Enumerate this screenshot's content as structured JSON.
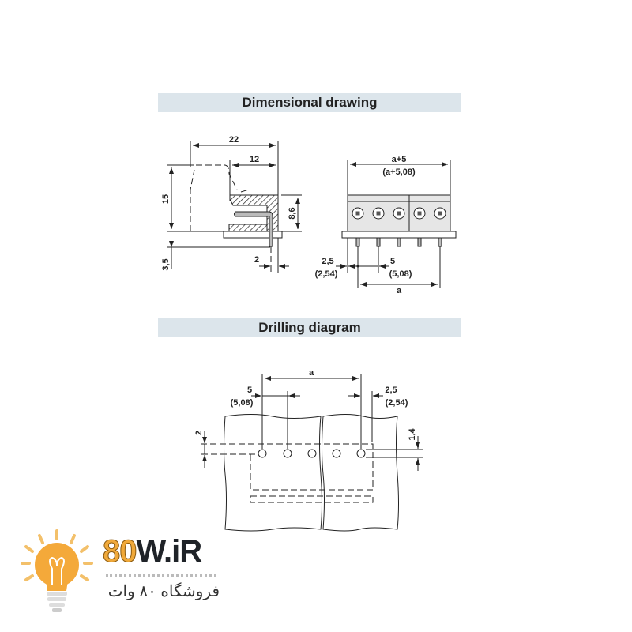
{
  "sections": {
    "dimensional": {
      "title": "Dimensional drawing"
    },
    "drilling": {
      "title": "Drilling diagram"
    }
  },
  "side_view": {
    "d22": "22",
    "d12": "12",
    "d15": "15",
    "d3_5": "3,5",
    "d8_6": "8,6",
    "d2": "2"
  },
  "front_view": {
    "width_label": "a+5",
    "width_alt": "(a+5,08)",
    "offset": "2,5",
    "offset_alt": "(2,54)",
    "pitch": "5",
    "pitch_alt": "(5,08)",
    "span": "a",
    "pin_count": 5
  },
  "drilling_view": {
    "span": "a",
    "pitch": "5",
    "pitch_alt": "(5,08)",
    "offset": "2,5",
    "offset_alt": "(2,54)",
    "row_offset": "2",
    "hole_dia": "1,4",
    "hole_count": 5
  },
  "logo": {
    "brand_num": "80",
    "brand_rest": "W.iR",
    "tagline": "فروشگاه ۸۰ وات",
    "accent": "#f0a93a"
  }
}
